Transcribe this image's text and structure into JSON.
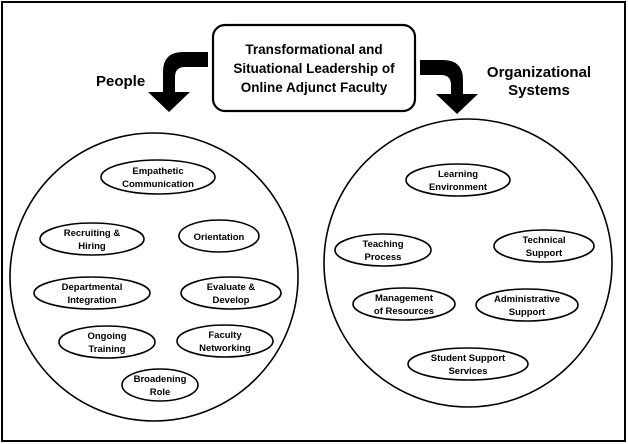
{
  "title_lines": [
    "Transformational and",
    "Situational Leadership of",
    "Online Adjunct Faculty"
  ],
  "people": {
    "heading": "People",
    "nodes": [
      {
        "id": "empathetic",
        "lines": [
          "Empathetic",
          "Communication"
        ]
      },
      {
        "id": "recruiting",
        "lines": [
          "Recruiting &",
          "Hiring"
        ]
      },
      {
        "id": "orientation",
        "lines": [
          "Orientation"
        ]
      },
      {
        "id": "departmental",
        "lines": [
          "Departmental",
          "Integration"
        ]
      },
      {
        "id": "evaluate",
        "lines": [
          "Evaluate &",
          "Develop"
        ]
      },
      {
        "id": "ongoing",
        "lines": [
          "Ongoing",
          "Training"
        ]
      },
      {
        "id": "faculty-networking",
        "lines": [
          "Faculty",
          "Networking"
        ]
      },
      {
        "id": "broadening",
        "lines": [
          "Broadening",
          "Role"
        ]
      }
    ]
  },
  "systems": {
    "heading_lines": [
      "Organizational",
      "Systems"
    ],
    "nodes": [
      {
        "id": "learning",
        "lines": [
          "Learning",
          "Environment"
        ]
      },
      {
        "id": "teaching",
        "lines": [
          "Teaching",
          "Process"
        ]
      },
      {
        "id": "technical",
        "lines": [
          "Technical",
          "Support"
        ]
      },
      {
        "id": "management",
        "lines": [
          "Management",
          "of Resources"
        ]
      },
      {
        "id": "administrative",
        "lines": [
          "Administrative",
          "Support"
        ]
      },
      {
        "id": "student-support",
        "lines": [
          "Student Support",
          "Services"
        ]
      }
    ]
  }
}
